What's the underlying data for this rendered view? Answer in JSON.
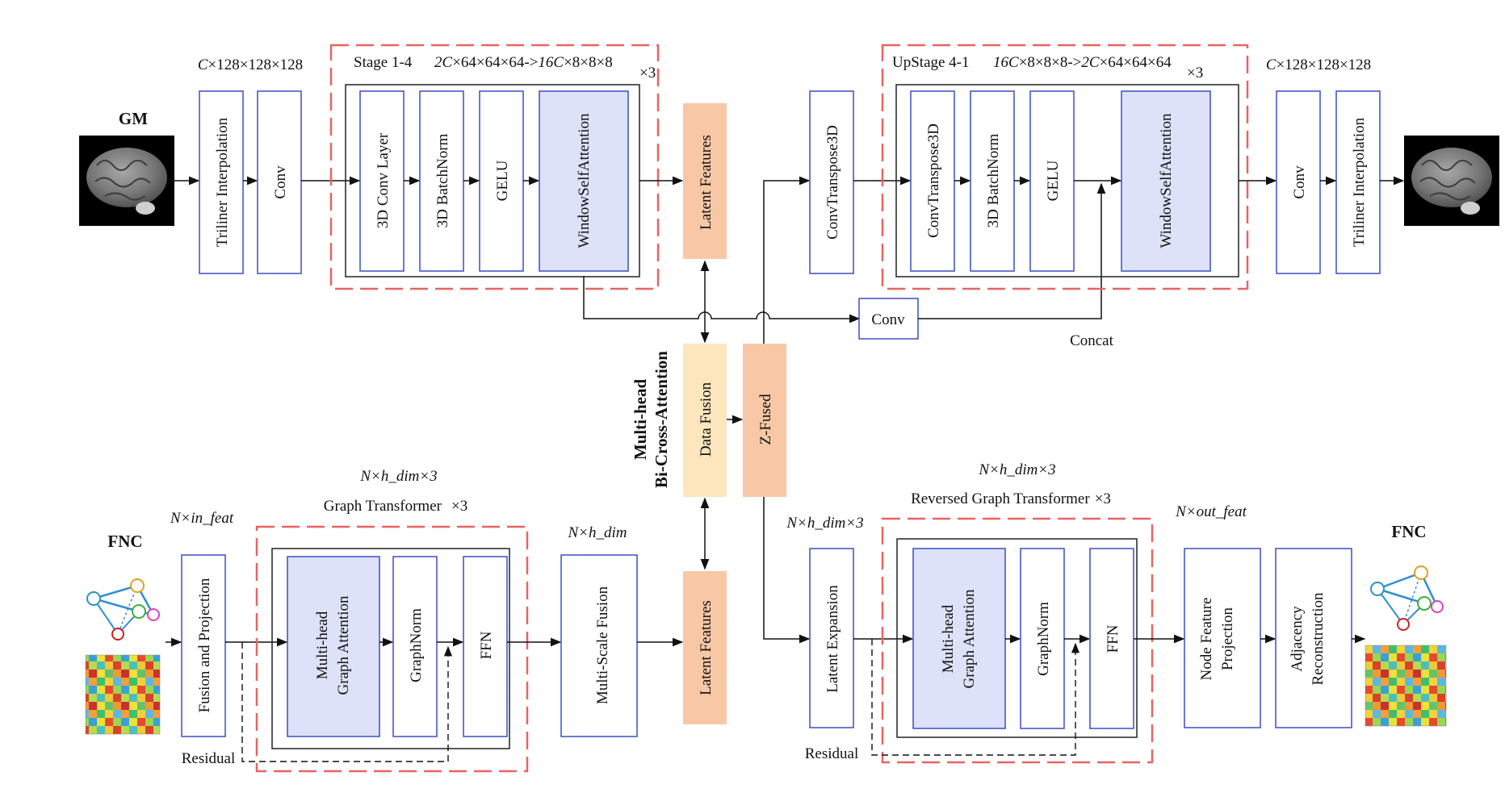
{
  "colors": {
    "block_border": "#3a4fc4",
    "attention_fill": "#dde2f8",
    "latent_fill": "#f8c8a6",
    "fusion_fill": "#fde5bd",
    "stage_dash": "#e86464"
  },
  "inputs": {
    "gm_label": "GM",
    "fnc_label": "FNC",
    "fnc_out_label": "FNC"
  },
  "encoder_3d": {
    "dim_in_sym": "C",
    "dim_in_rest": "×128×128×128",
    "trilinear": "Triliner Interpolation",
    "conv": "Conv",
    "stage_title": "Stage 1-4",
    "stage_dim_a": "2C",
    "stage_dim_b": "×64×64×64->",
    "stage_dim_c": "16C",
    "stage_dim_d": "×8×8×8",
    "repeat": "×3",
    "blocks": [
      "3D Conv Layer",
      "3D BatchNorm",
      "GELU",
      "WindowSelfAttention"
    ],
    "latent": "Latent Features"
  },
  "decoder_3d": {
    "convtranspose": "ConvTranspose3D",
    "stage_title": "UpStage 4-1",
    "stage_dim_a": "16C",
    "stage_dim_b": "×8×8×8->",
    "stage_dim_c": "2C",
    "stage_dim_d": "×64×64×64",
    "repeat": "×3",
    "blocks": [
      "ConvTranspose3D",
      "3D BatchNorm",
      "GELU",
      "WindowSelfAttention"
    ],
    "dim_out_sym": "C",
    "dim_out_rest": "×128×128×128",
    "conv": "Conv",
    "trilinear": "Triliner Interpolation",
    "skip_conv": "Conv",
    "concat": "Concat"
  },
  "fusion": {
    "title_line1": "Multi-head",
    "title_line2": "Bi-Cross-Attention",
    "data_fusion": "Data Fusion",
    "z_fused": "Z-Fused"
  },
  "encoder_graph": {
    "dim_in": "N×in_feat",
    "projection": "Fusion and Projection",
    "dim_top": "N×h_dim×3",
    "stage_title": "Graph Transformer",
    "repeat": "×3",
    "blocks": [
      "Multi-head\nGraph Attention",
      "GraphNorm",
      "FFN"
    ],
    "residual": "Residual",
    "dim_out": "N×h_dim",
    "multiscale": "Multi-Scale Fusion",
    "latent": "Latent Features"
  },
  "decoder_graph": {
    "dim_in": "N×h_dim×3",
    "expansion": "Latent Expansion",
    "dim_top": "N×h_dim×3",
    "stage_title": "Reversed Graph Transformer",
    "repeat": "×3",
    "blocks": [
      "Multi-head\nGraph Attention",
      "GraphNorm",
      "FFN"
    ],
    "residual": "Residual",
    "dim_out": "N×out_feat",
    "node_proj": "Node Feature\nProjection",
    "adjacency": "Adjacency\nReconstruction"
  }
}
